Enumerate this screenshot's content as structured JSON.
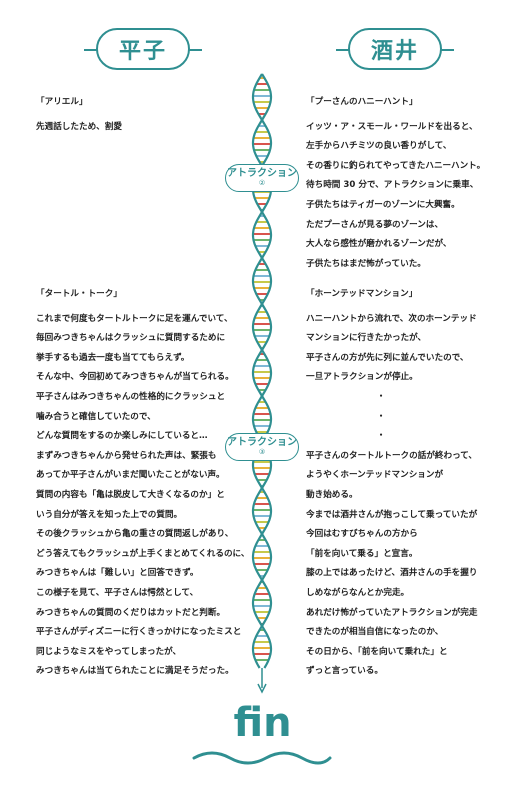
{
  "names": {
    "left": "平子",
    "right": "酒井"
  },
  "attractions": [
    {
      "label": "アトラクション",
      "num": "②"
    },
    {
      "label": "アトラクション",
      "num": "③"
    }
  ],
  "left_section_1": {
    "title": "「アリエル」",
    "lines": [
      "先週話したため、割愛"
    ]
  },
  "left_section_2": {
    "title": "「タートル・トーク」",
    "lines": [
      "これまで何度もタートルトークに足を運んでいて、",
      "毎回みつきちゃんはクラッシュに質問するために",
      "挙手するも過去一度も当ててもらえず。",
      "そんな中、今回初めてみつきちゃんが当てられる。",
      "平子さんはみつきちゃんの性格的にクラッシュと",
      "噛み合うと確信していたので、",
      "どんな質問をするのか楽しみにしていると…",
      "まずみつきちゃんから発せられた声は、緊張も",
      "あってか平子さんがいまだ聞いたことがない声。",
      "質問の内容も「亀は脱皮して大きくなるのか」と",
      "いう自分が答えを知った上での質問。",
      "その後クラッシュから亀の重さの質問返しがあり、",
      "どう答えてもクラッシュが上手くまとめてくれるのに、",
      "みつきちゃんは「難しい」と回答できず。",
      "この様子を見て、平子さんは愕然として、",
      "みつきちゃんの質問のくだりはカットだと判断。",
      "平子さんがディズニーに行くきっかけになったミスと",
      "同じようなミスをやってしまったが、",
      "みつきちゃんは当てられたことに満足そうだった。"
    ]
  },
  "right_section_1": {
    "title": "「プーさんのハニーハント」",
    "lines": [
      "イッツ・ア・スモール・ワールドを出ると、",
      "左手からハチミツの良い香りがして、",
      "その香りに釣られてやってきたハニーハント。",
      "待ち時間 30 分で、アトラクションに乗車、",
      "子供たちはティガーのゾーンに大興奮。",
      "ただプーさんが見る夢のゾーンは、",
      "大人なら感性が磨かれるゾーンだが、",
      "子供たちはまだ怖がっていた。"
    ]
  },
  "right_section_2": {
    "title": "「ホーンテッドマンション」",
    "lines": [
      "ハニーハントから流れで、次のホーンテッド",
      "マンションに行きたかったが、",
      "平子さんの方が先に列に並んでいたので、",
      "一旦アトラクションが停止。"
    ],
    "dots": [
      "・",
      "・",
      "・"
    ],
    "lines2": [
      "平子さんのタートルトークの話が終わって、",
      "ようやくホーンテッドマンションが",
      "動き始める。",
      "今までは酒井さんが抱っこして乗っていたが",
      "今回はむすびちゃんの方から",
      "「前を向いて乗る」と宣言。",
      "膝の上ではあったけど、酒井さんの手を握り",
      "しめながらなんとか完走。",
      "あれだけ怖がっていたアトラクションが完走",
      "できたのが相当自信になったのか、",
      "その日から、「前を向いて乗れた」と",
      "ずっと言っている。"
    ]
  },
  "footer": "fin",
  "colors": {
    "accent": "#2f8f91"
  }
}
